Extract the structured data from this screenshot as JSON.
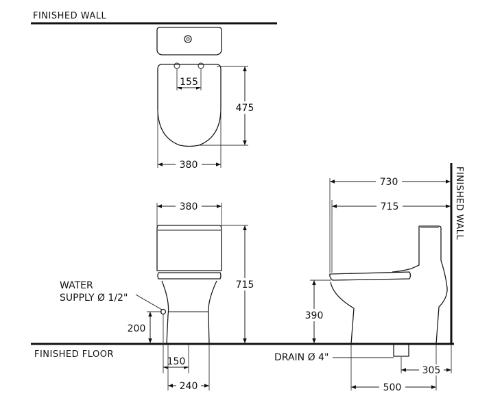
{
  "labels": {
    "finished_wall_top": "FINISHED  WALL",
    "finished_wall_side": "FINISHED  WALL",
    "finished_floor": "FINISHED  FLOOR",
    "water_supply_line1": "WATER",
    "water_supply_line2": "SUPPLY Ø 1/2\"",
    "drain": "DRAIN Ø 4\""
  },
  "dimensions": {
    "top_seat_bolt_spacing": "155",
    "top_depth": "475",
    "top_width": "380",
    "front_width": "380",
    "front_height": "715",
    "water_supply_height": "200",
    "supply_offset": "150",
    "base_width": "240",
    "side_total_depth": "730",
    "side_depth": "715",
    "seat_height": "390",
    "drain_to_front": "500",
    "drain_to_wall": "305"
  }
}
